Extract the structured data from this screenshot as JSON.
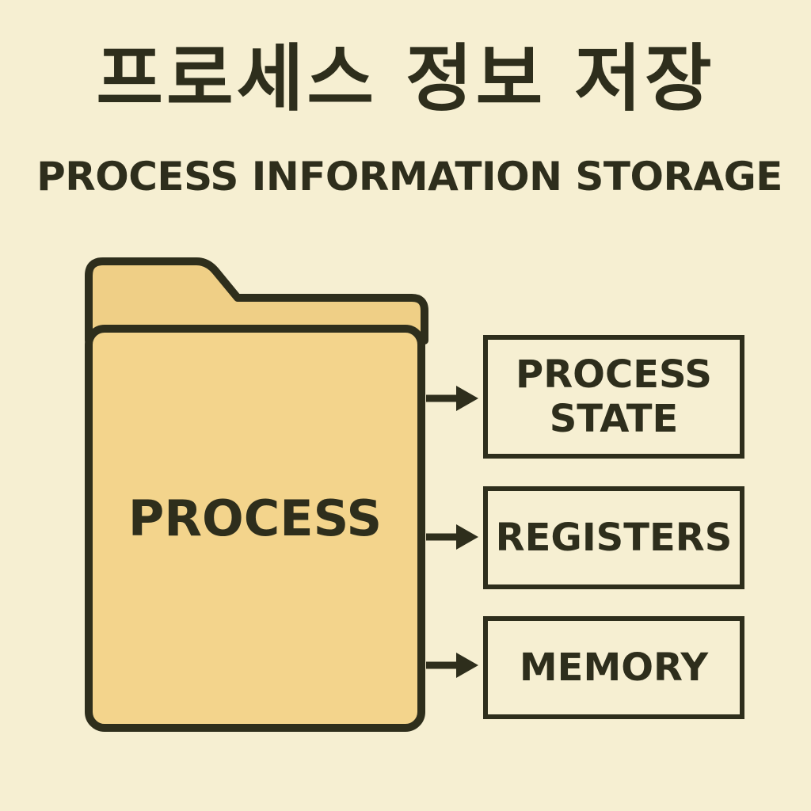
{
  "title": {
    "korean": "프로세스 정보 저장",
    "english": "PROCESS INFORMATION STORAGE"
  },
  "folder": {
    "label": "PROCESS",
    "icon": "folder-icon"
  },
  "items": [
    {
      "label": "PROCESS\nSTATE"
    },
    {
      "label": "REGISTERS"
    },
    {
      "label": "MEMORY"
    }
  ],
  "colors": {
    "background": "#f6efd2",
    "folder_fill": "#f3d48c",
    "folder_back": "#efcf86",
    "stroke": "#2e2e1c"
  }
}
